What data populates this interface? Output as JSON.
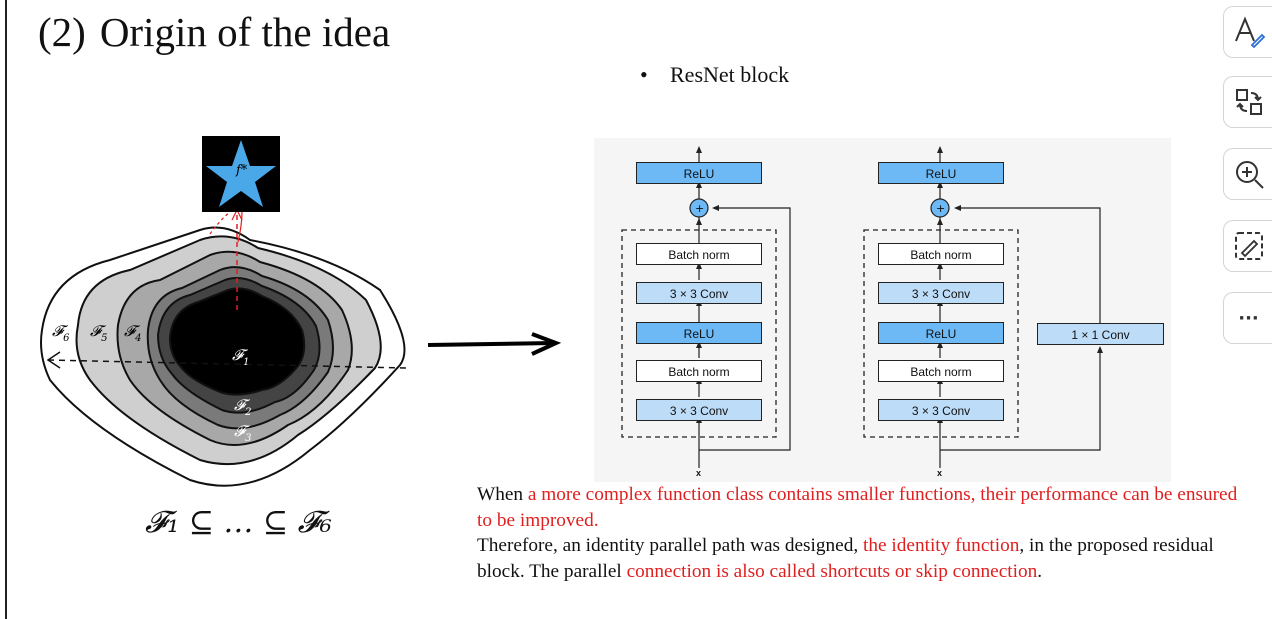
{
  "slide": {
    "title_number": "(2)",
    "title_text": "Origin of the idea",
    "bullet_text": "ResNet block",
    "math_label": "𝓕₁ ⊆ … ⊆ 𝓕₆"
  },
  "left_figure": {
    "star_label": "f*",
    "region_labels": [
      "𝓕₁",
      "𝓕₂",
      "𝓕₃",
      "𝓕₄",
      "𝓕₅",
      "𝓕₆"
    ]
  },
  "resnet_figure": {
    "left_block": [
      "ReLU",
      "Batch norm",
      "3 × 3 Conv",
      "ReLU",
      "Batch norm",
      "3 × 3 Conv"
    ],
    "right_block": [
      "ReLU",
      "Batch norm",
      "3 × 3 Conv",
      "ReLU",
      "Batch norm",
      "3 × 3 Conv"
    ],
    "shortcut_conv": "1 × 1 Conv",
    "plus": "+",
    "input_label": "x"
  },
  "paragraph": {
    "p1_a": "When ",
    "p1_red": "a more complex function class contains smaller functions, their performance can be ensured to be improved.",
    "p2_a": "Therefore, an identity parallel path was designed, ",
    "p2_red1": "the identity function",
    "p2_b": ", in the proposed residual block. The parallel ",
    "p2_red2": "connection is also called shortcuts or skip connection",
    "p2_c": "."
  },
  "toolbar": {
    "items": [
      "read-aloud-icon",
      "translate-icon",
      "zoom-in-icon",
      "screenshot-icon",
      "more-icon"
    ],
    "more_label": "···"
  },
  "colors": {
    "accent_red": "#e02020",
    "resnet_dark": "#6cb9f5",
    "resnet_light": "#bcdcf8",
    "star": "#4aa8e8"
  }
}
